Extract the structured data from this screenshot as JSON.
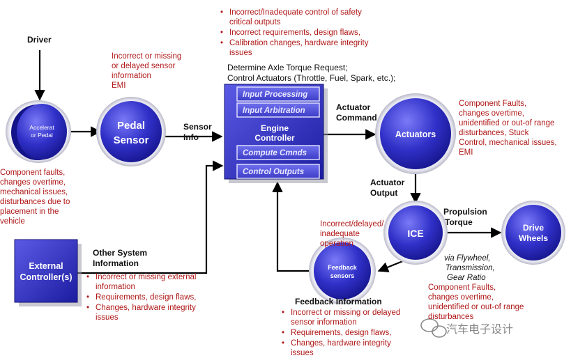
{
  "nodes": {
    "driver": "Driver",
    "accel_pedal": [
      "Accelerat",
      "or Pedal"
    ],
    "pedal_sensor": [
      "Pedal",
      "Sensor"
    ],
    "engine_controller": {
      "title": [
        "Engine",
        "Controller"
      ],
      "input_processing": "Input Processing",
      "input_arbitration": "Input Arbitration",
      "compute_cmnds": "Compute Cmnds",
      "control_outputs": "Control Outputs"
    },
    "actuators": "Actuators",
    "ice": "ICE",
    "drive_wheels": [
      "Drive",
      "Wheels"
    ],
    "feedback_sensors": [
      "Feedback",
      "sensors"
    ],
    "external_controllers": [
      "External",
      "Controller(s)"
    ]
  },
  "flow_labels": {
    "sensor_info": [
      "Sensor",
      "Info"
    ],
    "actuator_command": [
      "Actuator",
      "Command"
    ],
    "actuator_output": [
      "Actuator",
      "Output"
    ],
    "propulsion_torque": [
      "Propulsion",
      "Torque"
    ],
    "other_system_info": [
      "Other System",
      "Information"
    ],
    "feedback_info": "Feedback Information",
    "determine_axle": [
      "Determine Axle Torque Request;",
      "Control Actuators (Throttle, Fuel, Spark, etc.);"
    ],
    "via_flywheel": [
      "via Flywheel,",
      "Transmission,",
      "Gear Ratio"
    ]
  },
  "hazards": {
    "pedal_sensor": [
      "Incorrect or missing",
      "or delayed sensor",
      "information",
      "EMI"
    ],
    "accel_pedal": [
      "Component faults,",
      "changes overtime,",
      "mechanical issues,",
      "disturbances due to",
      "placement in the",
      "vehicle"
    ],
    "engine_controller": [
      [
        "Incorrect/Inadequate control of safety",
        "critical outputs"
      ],
      [
        "Incorrect requirements, design flaws,"
      ],
      [
        "Calibration changes, hardware integrity",
        "issues"
      ]
    ],
    "actuators": [
      "Component Faults,",
      "changes overtime,",
      "unidentified or out-of range",
      "disturbances, Stuck",
      "Control, mechanical issues,",
      "EMI"
    ],
    "ice": [
      "Component Faults,",
      "changes overtime,",
      "unidentified or out-of range",
      "disturbances"
    ],
    "feedback_op": [
      "Incorrect/delayed/",
      "inadequate",
      "operation"
    ],
    "external": [
      [
        "Incorrect or missing external",
        "information"
      ],
      [
        "Requirements, design flaws,"
      ],
      [
        "Changes, hardware integrity",
        "issues"
      ]
    ],
    "feedback_info": [
      [
        "Incorrect or missing or delayed",
        "sensor information"
      ],
      [
        "Requirements, design flaws,"
      ],
      [
        "Changes, hardware integrity",
        "issues"
      ]
    ]
  },
  "watermark": "汽车电子设计",
  "colors": {
    "node_dark": "#1c1c9e",
    "node_light": "#5d5df0",
    "hazard_text": "#b01818"
  }
}
